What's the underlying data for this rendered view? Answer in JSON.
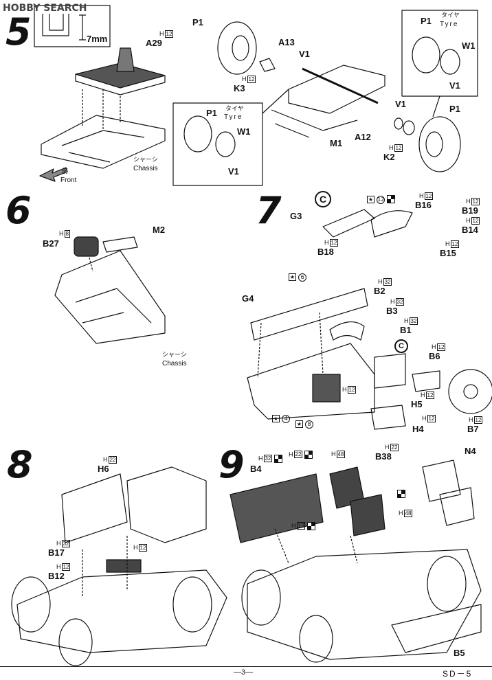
{
  "watermark": "HOBBY SEARCH",
  "steps": {
    "s5": {
      "number": "5",
      "inset_dim": "7mm",
      "parts": {
        "a29": {
          "label": "A29",
          "code_prefix": "H",
          "code": "12"
        },
        "p1": {
          "label": "P1"
        },
        "a13": {
          "label": "A13"
        },
        "v1_top": {
          "label": "V1"
        },
        "k3": {
          "label": "K3",
          "code_prefix": "H",
          "code": "12"
        },
        "m1": {
          "label": "M1"
        },
        "a12": {
          "label": "A12"
        },
        "v1_mid": {
          "label": "V1"
        },
        "k2": {
          "label": "K2",
          "code_prefix": "H",
          "code": "12"
        },
        "p1_right": {
          "label": "P1"
        },
        "callout_left": {
          "p1": "P1",
          "jp": "タイヤ",
          "en": "Tyre",
          "w1": "W1",
          "v1": "V1"
        },
        "callout_right": {
          "p1": "P1",
          "jp": "タイヤ",
          "en": "Tyre",
          "w1": "W1",
          "v1": "V1"
        }
      },
      "chassis_jp": "シャーシ",
      "chassis_en": "Chassis",
      "front_jp": "前",
      "front_en": "Front"
    },
    "s6": {
      "number": "6",
      "b27": {
        "label": "B27",
        "code_prefix": "H",
        "code": "8"
      },
      "m2": {
        "label": "M2"
      },
      "chassis_jp": "シャーシ",
      "chassis_en": "Chassis"
    },
    "s7": {
      "number": "7",
      "c_mark": "C",
      "g3": {
        "label": "G3"
      },
      "g3_mark": {
        "num": "12"
      },
      "b16": {
        "label": "B16",
        "code_prefix": "H",
        "code": "12"
      },
      "b19": {
        "label": "B19",
        "code_prefix": "H",
        "code": "12"
      },
      "b14": {
        "label": "B14",
        "code_prefix": "H",
        "code": "12"
      },
      "b18": {
        "label": "B18",
        "code_prefix": "H",
        "code": "12"
      },
      "b15": {
        "label": "B15",
        "code_prefix": "H",
        "code": "12"
      },
      "g4": {
        "label": "G4",
        "mark": "6"
      },
      "b2": {
        "label": "B2",
        "code_prefix": "H",
        "code": "32"
      },
      "b3": {
        "label": "B3",
        "code_prefix": "H",
        "code": "32"
      },
      "b1": {
        "label": "B1",
        "code_prefix": "H",
        "code": "32"
      },
      "c_mark2": "C",
      "b6": {
        "label": "B6",
        "code_prefix": "H",
        "code": "12"
      },
      "h12_dash": {
        "code_prefix": "H",
        "code": "12"
      },
      "h5": {
        "label": "H5",
        "code_prefix": "H",
        "code": "12"
      },
      "h4": {
        "label": "H4",
        "code_prefix": "H",
        "code": "12"
      },
      "b7": {
        "label": "B7",
        "code_prefix": "H",
        "code": "12"
      },
      "mark_4": "4",
      "mark_8": "8"
    },
    "s8": {
      "number": "8",
      "h6": {
        "label": "H6",
        "code_prefix": "H",
        "code": "22"
      },
      "b17": {
        "label": "B17",
        "code_prefix": "H",
        "code": "32"
      },
      "b12": {
        "label": "B12",
        "code_prefix": "H",
        "code": "12"
      },
      "h12_mid": {
        "code_prefix": "H",
        "code": "12"
      }
    },
    "s9": {
      "number": "9",
      "b4": {
        "label": "B4",
        "code_prefix": "H",
        "code": "32"
      },
      "h22": {
        "code_prefix": "H",
        "code": "22"
      },
      "h48_top": {
        "code_prefix": "H",
        "code": "48"
      },
      "b38": {
        "label": "B38",
        "code_prefix": "H",
        "code": "22"
      },
      "n4": {
        "label": "N4"
      },
      "h48_side": {
        "code_prefix": "H",
        "code": "48"
      },
      "h12_low": {
        "code_prefix": "H",
        "code": "12"
      },
      "b5": {
        "label": "B5"
      }
    }
  },
  "footer": {
    "page": "—3—",
    "code": "SD－5"
  }
}
